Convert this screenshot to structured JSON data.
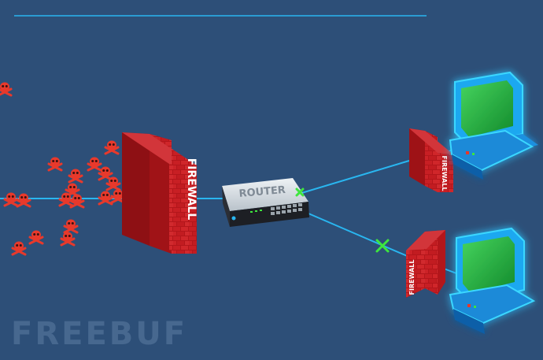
{
  "diagram": {
    "main_firewall_label": "FIREWALL",
    "upper_firewall_label": "FIREWALL",
    "lower_firewall_label": "FIREWALL",
    "router_label": "ROUTER",
    "watermark": "FREEBUF"
  },
  "icons": {
    "threat": "skull-crossbones-icon",
    "blocked": "x-mark-icon",
    "computer": "desktop-computer-icon"
  },
  "colors": {
    "background": "#2d4f78",
    "connection": "#29b6f0",
    "firewall": "#c8181c",
    "threat": "#e8392b",
    "blocked_mark": "#3ee63e",
    "computer_glow": "#3ad7ff",
    "screen": "#2fb84b"
  }
}
